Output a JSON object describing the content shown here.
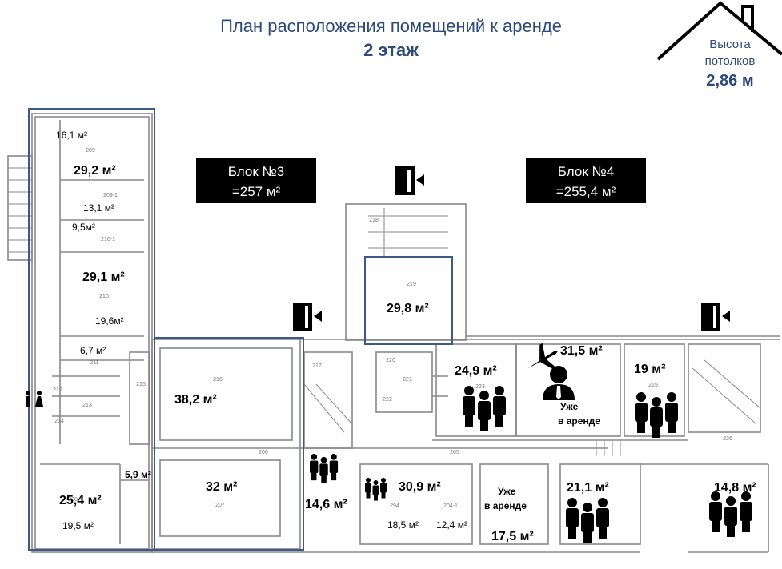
{
  "header": {
    "title_line1": "План расположения помещений к аренде",
    "title_line2": "2 этаж"
  },
  "ceiling": {
    "label_line1": "Высота",
    "label_line2": "потолков",
    "value": "2,86 м"
  },
  "blocks": {
    "block3": {
      "name": "Блок №3",
      "area": "=257 м²"
    },
    "block4": {
      "name": "Блок №4",
      "area": "=255,4 м²"
    }
  },
  "rooms": {
    "r209_small": "16,1 м²",
    "r209": "29,2 м²",
    "r209_1": "13,1 м²",
    "r210_1": "9,5м²",
    "r210": "29,1 м²",
    "r210_sub": "19,6м²",
    "r211": "6,7 м²",
    "r216": "38,2 м²",
    "r219": "29,8 м²",
    "r223": "24,9 м²",
    "r224": "31,5 м²",
    "r225": "19 м²",
    "r208": "25,4 м²",
    "r208_small": "5,9 м²",
    "r208_sub": "19,5 м²",
    "r207": "32 м²",
    "r217": "14,6 м²",
    "r204": "30,9 м²",
    "r204_a": "18,5 м²",
    "r204_b": "12,4 м²",
    "r203": "17,5 м²",
    "r202": "21,1 м²",
    "r201": "14,8 м²"
  },
  "room_numbers": {
    "n209": "209",
    "n209_1": "209-1",
    "n210_1": "210-1",
    "n210": "210",
    "n211": "211",
    "n212": "212",
    "n213": "213",
    "n214": "214",
    "n215": "215",
    "n216": "216",
    "n217": "217",
    "n218": "218",
    "n219": "219",
    "n220": "220",
    "n221": "221",
    "n222": "222",
    "n223": "223",
    "n225": "225",
    "n226": "226",
    "n205": "205",
    "n206": "206",
    "n207": "207",
    "n208": "208",
    "n294": "294",
    "n204_1": "204-1"
  },
  "rented": {
    "line1": "Уже",
    "line2": "в аренде"
  },
  "icons": [
    "house-outline-icon",
    "exit-door-icon",
    "people-group-icon",
    "airplane-icon",
    "person-tie-icon",
    "restroom-icon"
  ],
  "colors": {
    "title": "#2e4a7a",
    "block_outline": "#3b5a8a",
    "label_bg": "#000000"
  }
}
